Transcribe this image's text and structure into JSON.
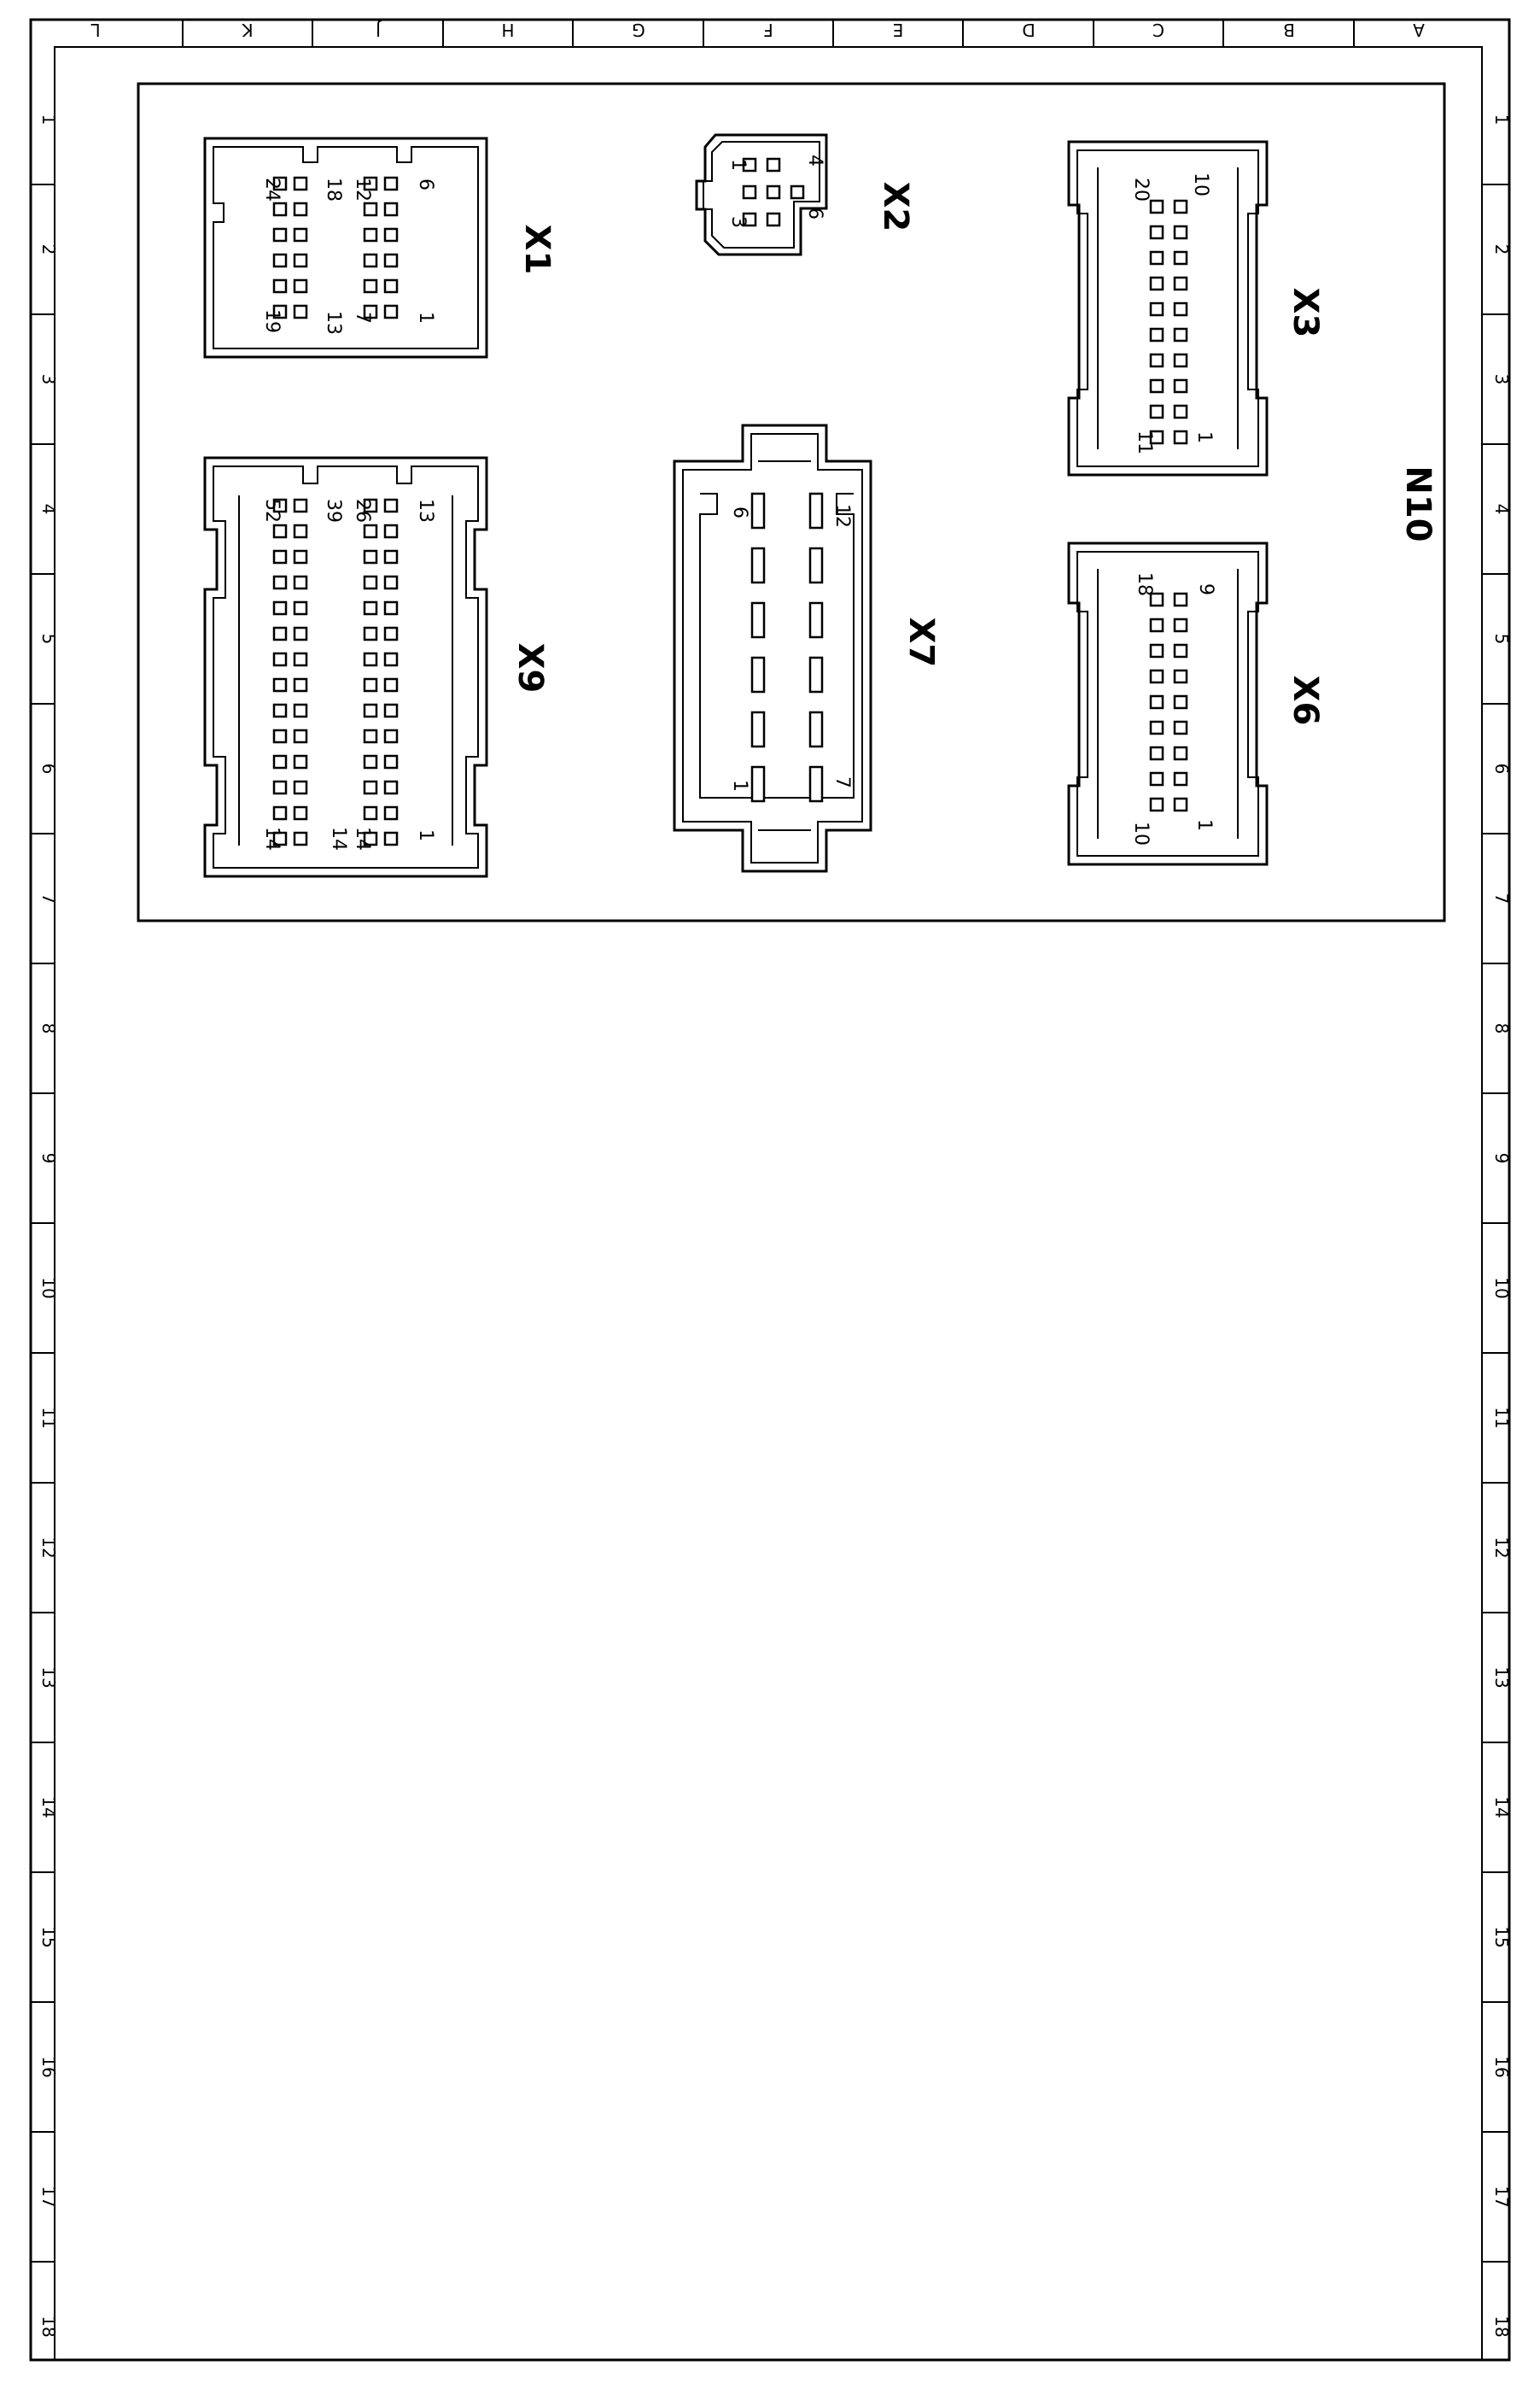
{
  "frame": {
    "columns": [
      "L",
      "K",
      "J",
      "H",
      "G",
      "F",
      "E",
      "D",
      "C",
      "B",
      "A"
    ],
    "rows": [
      "1",
      "2",
      "3",
      "4",
      "5",
      "6",
      "7",
      "8",
      "9",
      "10",
      "11",
      "12",
      "13",
      "14",
      "15",
      "16",
      "17",
      "18"
    ]
  },
  "module": {
    "label": "N10"
  },
  "connectors": {
    "x1": {
      "label": "X1",
      "pins": [
        "24",
        "18",
        "12",
        "6",
        "19",
        "13",
        "7",
        "1"
      ]
    },
    "x2": {
      "label": "X2",
      "pins": [
        "1",
        "4",
        "6",
        "3"
      ]
    },
    "x3": {
      "label": "X3",
      "pins": [
        "20",
        "10",
        "11",
        "1"
      ]
    },
    "x6": {
      "label": "X6",
      "pins": [
        "18",
        "9",
        "10",
        "1"
      ]
    },
    "x7": {
      "label": "X7",
      "pins": [
        "6",
        "12",
        "1",
        "7"
      ]
    },
    "x9": {
      "label": "X9",
      "pins": [
        "52",
        "39",
        "26",
        "13",
        "14",
        "14",
        "1"
      ]
    }
  }
}
